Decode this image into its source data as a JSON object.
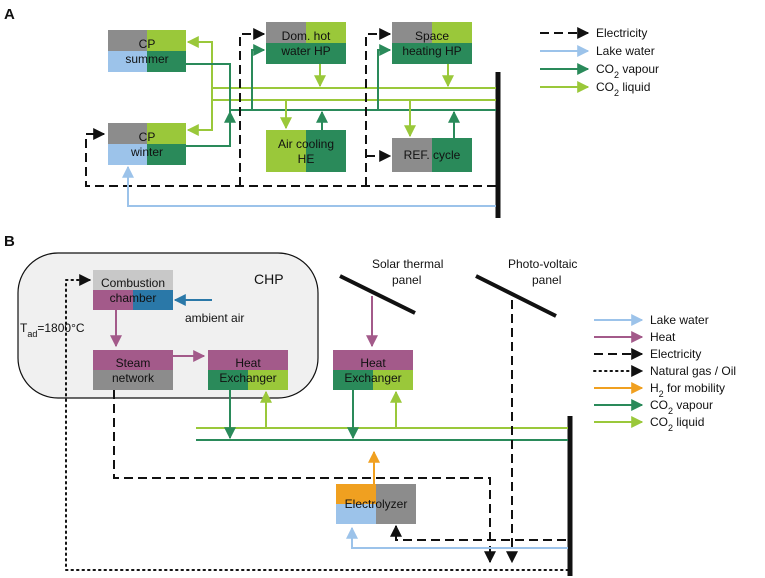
{
  "colors": {
    "gray": "#8c8c8c",
    "lightgray": "#c8c8c8",
    "blue_light": "#9cc3ea",
    "green_dark": "#2a8a5a",
    "green_light": "#9ac83a",
    "mauve": "#a35a8a",
    "teal": "#2a78a8",
    "orange": "#f0a020",
    "black": "#111111",
    "chp_fill": "#f0f0f0"
  },
  "panel_a": {
    "label": "A",
    "boxes": {
      "cp_summer": [
        "CP",
        "summer"
      ],
      "cp_winter": [
        "CP",
        "winter"
      ],
      "dom_hot_water_hp": [
        "Dom. hot",
        "water HP"
      ],
      "space_heating_hp": [
        "Space",
        "heating HP"
      ],
      "air_cooling_he": [
        "Air cooling",
        "HE"
      ],
      "ref_cycle": "REF. cycle"
    },
    "legend": [
      {
        "label": "Electricity",
        "style": "electricity"
      },
      {
        "label": "Lake water",
        "style": "lake"
      },
      {
        "label": "CO2 vapour",
        "style": "vapour",
        "base": "CO",
        "sub": "2",
        "rest": " vapour"
      },
      {
        "label": "CO2 liquid",
        "style": "liquid",
        "base": "CO",
        "sub": "2",
        "rest": " liquid"
      }
    ]
  },
  "panel_b": {
    "label": "B",
    "chp_label": "CHP",
    "tad": {
      "base": "T",
      "sub": "ad",
      "rest": "=1800°C"
    },
    "ambient_air": "ambient air",
    "boxes": {
      "combustion_chamber": [
        "Combustion",
        "chamber"
      ],
      "steam_network": [
        "Steam",
        "network"
      ],
      "heat_exchanger_chp": [
        "Heat",
        "Exchanger"
      ],
      "heat_exchanger_solar": [
        "Heat",
        "Exchanger"
      ],
      "electrolyzer": "Electrolyzer"
    },
    "solar_thermal_panel": [
      "Solar thermal",
      "panel"
    ],
    "photo_voltaic_panel": [
      "Photo-voltaic",
      "panel"
    ],
    "legend": [
      {
        "label": "Lake water",
        "style": "lake"
      },
      {
        "label": "Heat",
        "style": "heat"
      },
      {
        "label": "Electricity",
        "style": "electricity"
      },
      {
        "label": "Natural gas / Oil",
        "style": "gas"
      },
      {
        "label": "H2 for mobility",
        "style": "h2",
        "base": "H",
        "sub": "2",
        "rest": " for mobility"
      },
      {
        "label": "CO2 vapour",
        "style": "vapour",
        "base": "CO",
        "sub": "2",
        "rest": " vapour"
      },
      {
        "label": "CO2 liquid",
        "style": "liquid",
        "base": "CO",
        "sub": "2",
        "rest": " liquid"
      }
    ]
  }
}
